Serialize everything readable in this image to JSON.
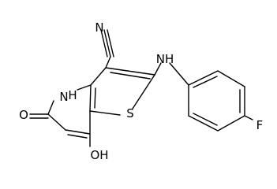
{
  "labels": {
    "nitrile_n": "N",
    "amine_nh": "NH",
    "ring_nh": "H",
    "ring_n": "N",
    "sulfur": "S",
    "fluorine": "F",
    "carbonyl_o": "O",
    "hydroxyl": "OH"
  }
}
